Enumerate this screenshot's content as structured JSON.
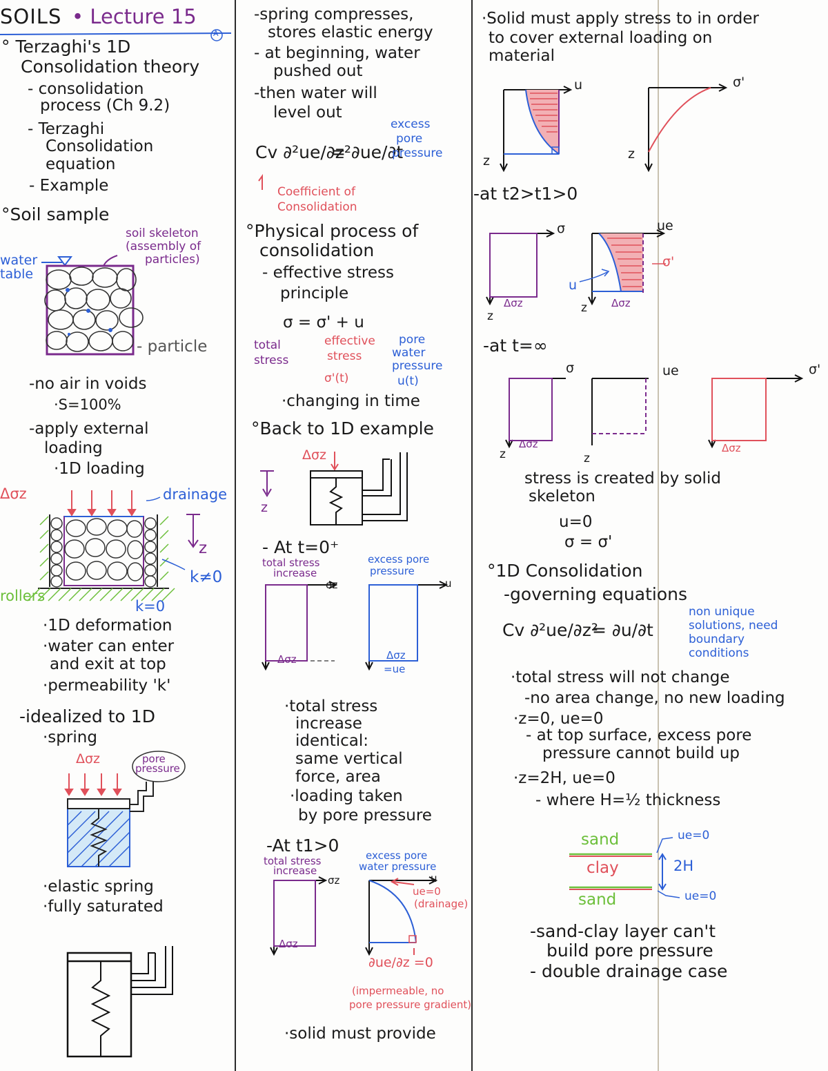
{
  "header": {
    "course": "SOILS",
    "lecture": "• Lecture 15",
    "circle_mark": "A"
  },
  "col1": {
    "topic": "° Terzaghi's 1D",
    "topic2": "Consolidation theory",
    "outline": [
      "- consolidation",
      "process (Ch 9.2)",
      "- Terzaghi",
      "Consolidation",
      "equation",
      "- Example"
    ],
    "soil_sample": "°Soil sample",
    "skeleton_label": [
      "soil skeleton",
      "(assembly of",
      "particles)"
    ],
    "water_table": [
      "water",
      "table"
    ],
    "particle": "- particle",
    "no_air": "-no air in voids",
    "saturation": "·S=100%",
    "apply_loading": [
      "-apply external",
      "loading"
    ],
    "one_d_loading": "·1D loading",
    "delta_sigma": "Δσz",
    "drainage": "drainage",
    "z_label": "z",
    "k_neq": "k≠0",
    "rollers": "rollers",
    "k_eq": "k=0",
    "deformation": "·1D deformation",
    "water_enter": [
      "·water can enter",
      "and exit at top"
    ],
    "permeability": "·permeability 'k'",
    "idealized": "-idealized to 1D",
    "spring": "·spring",
    "spring_load": "Δσz",
    "pore_pressure_bubble": [
      "pore",
      "pressure"
    ],
    "elastic": "·elastic spring",
    "saturated": "·fully saturated"
  },
  "col2": {
    "spring_notes": [
      "-spring compresses,",
      "stores elastic energy",
      "- at beginning, water",
      "pushed out",
      "-then water will",
      "level out"
    ],
    "eq_lhs": "Cv ∂²ue/∂z²",
    "eq_rhs": "= ∂ue/∂t",
    "excess_note": [
      "excess",
      "pore",
      "pressure"
    ],
    "coef_note": [
      "Coefficient of",
      "Consolidation"
    ],
    "physical": [
      "°Physical process of",
      "consolidation"
    ],
    "esp": [
      "- effective stress",
      "principle"
    ],
    "esp_eq": "σ = σ' + u",
    "total_stress": [
      "total",
      "stress"
    ],
    "effective_stress": [
      "effective",
      "stress",
      "σ'(t)"
    ],
    "pore_water": [
      "pore",
      "water",
      "pressure",
      "u(t)"
    ],
    "changing": "·changing in time",
    "back": "°Back to 1D example",
    "dsz": "Δσz",
    "z": "z",
    "t0": "- At t=0⁺",
    "total_increase": [
      "total stress",
      "increase"
    ],
    "excess_pp": [
      "excess pore",
      "pressure"
    ],
    "sigma_z": "σz",
    "u": "u",
    "dsz_bottom": "Δσz",
    "ue_eq": [
      "Δσz",
      "=ue"
    ],
    "identical": [
      "·total stress",
      "increase",
      "identical:",
      "same vertical",
      "force, area",
      "·loading taken",
      "by pore pressure"
    ],
    "t1": "-At t1>0",
    "total_increase2": [
      "total stress",
      "increase"
    ],
    "excess_water": [
      "excess pore",
      "water pressure"
    ],
    "ue0": [
      "ue=0",
      "(drainage)"
    ],
    "grad": "∂ue/∂z =0",
    "impermeable": [
      "(impermeable, no",
      "pore pressure gradient)"
    ],
    "solid_provide": "·solid must provide"
  },
  "col3": {
    "intro": [
      "·Solid must apply stress to in order",
      "to cover external loading on",
      "material"
    ],
    "u": "u",
    "z": "z",
    "sigma_p": "σ'",
    "t2": "-at t2>t1>0",
    "sigma": "σ",
    "ue": "ue",
    "u_arrow": "u",
    "sigma_p2": "σ'",
    "dsz": "Δσz",
    "tinf": "-at t=∞",
    "stress_created": [
      "stress is created by solid",
      "skeleton"
    ],
    "u0": "u=0",
    "sig_eq": "σ = σ'",
    "oned": "°1D Consolidation",
    "governing": "-governing equations",
    "gov_eq_lhs": "Cv ∂²ue/∂z²",
    "gov_eq_rhs": "= ∂u/∂t",
    "non_unique": [
      "non unique",
      "solutions, need",
      "boundary",
      "conditions"
    ],
    "total_not": "·total stress will not change",
    "no_area": "-no area change, no new loading",
    "z0": "·z=0, ue=0",
    "top_surface": [
      "- at top surface, excess pore",
      "pressure cannot build up"
    ],
    "z2h": "·z=2H, ue=0",
    "where": "- where H=½ thickness",
    "sand": "sand",
    "clay": "clay",
    "two_h": "2H",
    "ue_eq0": "ue=0",
    "sandclay": [
      "-sand-clay layer can't",
      "build pore pressure"
    ],
    "double": "- double drainage case"
  }
}
